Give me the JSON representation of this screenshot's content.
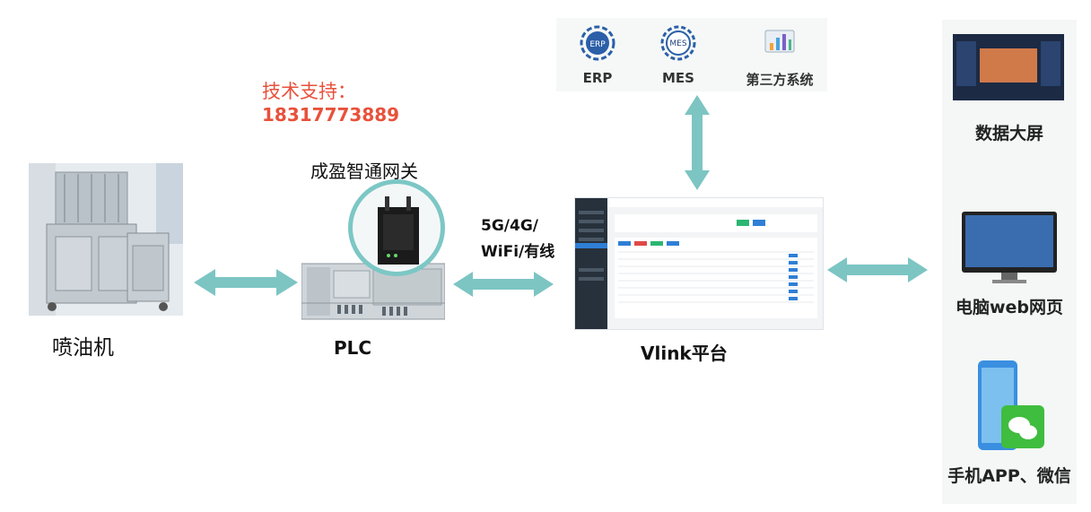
{
  "support": {
    "title": "技术支持：",
    "phone": "18317773889"
  },
  "nodes": {
    "machine": "喷油机",
    "gateway": "成盈智通网关",
    "plc": "PLC",
    "network": {
      "line1": "5G/4G/",
      "line2": "WiFi/有线"
    },
    "platform": "Vlink平台"
  },
  "systems": [
    "ERP",
    "MES",
    "第三方系统"
  ],
  "outputs": [
    "数据大屏",
    "电脑web网页",
    "手机APP、微信"
  ],
  "colors": {
    "arrow": "#7cc5c3",
    "support": "#e8513a",
    "gateway_ring": "#7cc7c5"
  }
}
